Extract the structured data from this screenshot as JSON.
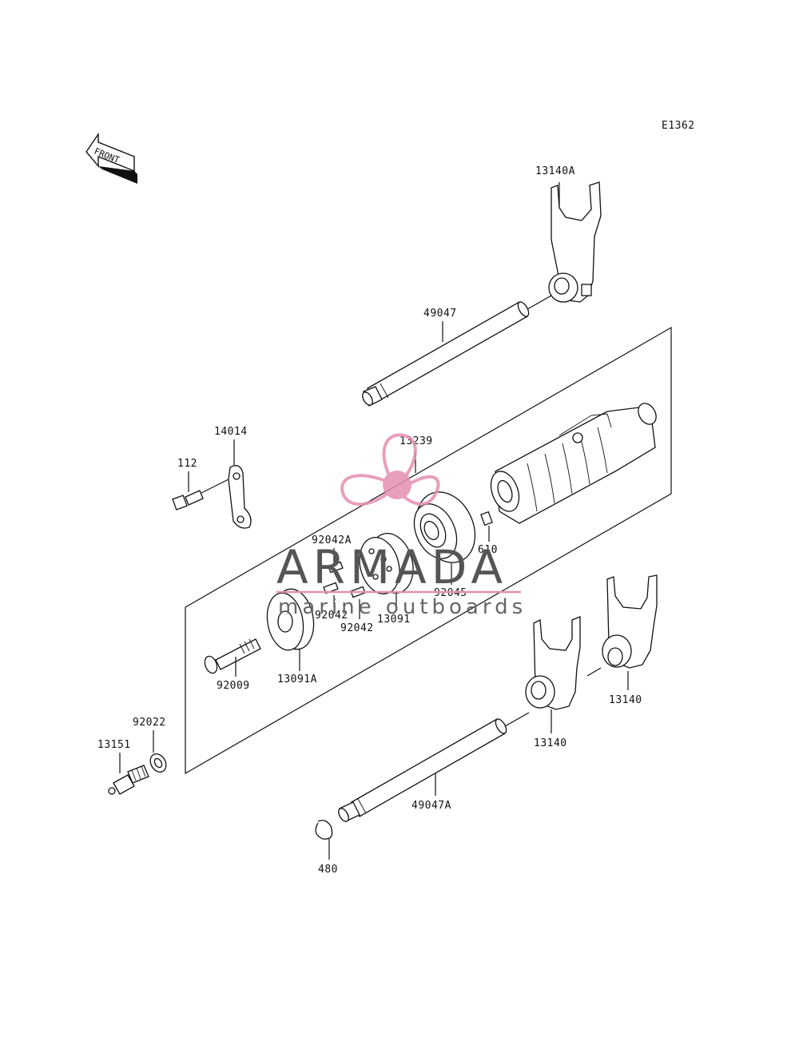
{
  "diagram_code": "E1362",
  "front_arrow_label": "FRONT",
  "labels": {
    "p13140A": "13140A",
    "p49047": "49047",
    "p14014": "14014",
    "p112": "112",
    "p13239": "13239",
    "p92042A": "92042A",
    "p610": "610",
    "p92045": "92045",
    "p92042_a": "92042",
    "p92042_b": "92042",
    "p13091": "13091",
    "p92009": "92009",
    "p13091A": "13091A",
    "p92022": "92022",
    "p13151": "13151",
    "p13140_a": "13140",
    "p13140_b": "13140",
    "p49047A": "49047A",
    "p480": "480"
  },
  "watermark": {
    "name": "ARMADA",
    "tagline": "marine outboards",
    "logo_color": "#e48fb0"
  }
}
